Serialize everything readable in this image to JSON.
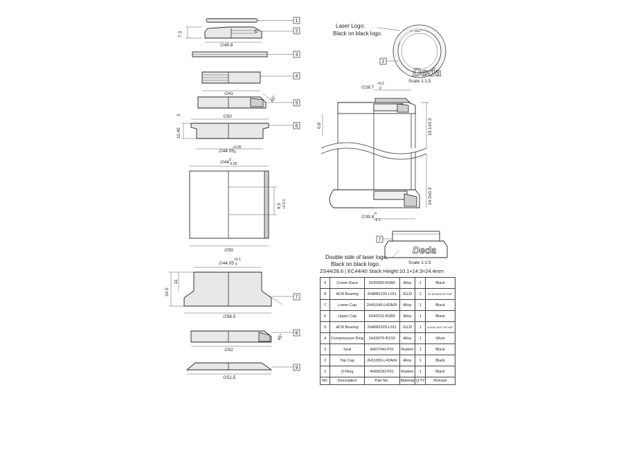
{
  "labels": {
    "laser_logo": "Laser Logo;",
    "black_logo": "Black on black logo.",
    "scale_top": "Scale 1:1.5",
    "double_side": "Double side of laser logo,",
    "black_logo2": "Black on black logo.",
    "scale_bottom": "Scale 1:1.5",
    "logo_text": "Deda",
    "ring_mark": "◦•◦◦ ᴅᴇᴅᴀ"
  },
  "callouts": [
    "1",
    "2",
    "3",
    "4",
    "5",
    "6",
    "7",
    "8",
    "9"
  ],
  "logo_callouts": {
    "top": "2",
    "bottom": "7"
  },
  "dimensions": {
    "d1": "7.3",
    "d2": "∅49.8",
    "d3": "∅41",
    "d4": "45°",
    "d5": "2",
    "d6": "∅50",
    "d7": "11.45",
    "d8": "∅44.05",
    "d8_tol_up": "+0.05",
    "d8_tol_dn": "0",
    "d9": "∅44",
    "d9_tol_up": "0",
    "d9_tol_dn": "-0.05",
    "d10": "9.5",
    "d10_tol": "+0.5  0",
    "d11": "∅50",
    "d12": "∅44.05",
    "d12_tol_up": "+0.1",
    "d12_tol_dn": "0",
    "d13": "24.5",
    "d14": "11",
    "d15": "∅58.5",
    "d16": "45°",
    "d17": "∅52",
    "d18": "∅51.5",
    "d19": "∅28.7",
    "d19_tol_up": "+0.2",
    "d19_tol_dn": "0",
    "d20": "0.8",
    "d21": "10.1±0.3",
    "d22": "14.3±0.3",
    "d23": "∅39.8",
    "d23_tol_up": "0",
    "d23_tol_dn": "-0.1"
  },
  "bom": {
    "stack": "ZS44/28.6 | EC44/40  Stack Height:10.1+14.3=24.4mm",
    "headers": [
      "N0.",
      "Description",
      "Part No.",
      "Material",
      "Q'TY",
      "Remark"
    ],
    "rows": [
      [
        "9",
        "Crown Race",
        "2H30300-B1B0",
        "Alloy",
        "1",
        "Black"
      ],
      [
        "8",
        "ACB Bearing",
        "2HMR0130-L011",
        "SUJ2",
        "1",
        "51.8X40X8 45°X45°"
      ],
      [
        "7",
        "Lower Cup",
        "2H41040-L42A05",
        "Alloy",
        "1",
        "Black"
      ],
      [
        "6",
        "Upper Cup",
        "2H40152-B1B0",
        "Alloy",
        "1",
        "Black"
      ],
      [
        "5",
        "ACB Bearing",
        "2HMR0220-L011",
        "SUJ2",
        "1",
        "41X30.15X7 45°X45°"
      ],
      [
        "4",
        "Compressure Ring",
        "2H20070-B1S0",
        "Alloy",
        "1",
        "Silver"
      ],
      [
        "3",
        "Seal",
        "4H07040-P01",
        "Rubber",
        "1",
        "Black"
      ],
      [
        "2",
        "Top Cap",
        "2H11050-L42A04",
        "Alloy",
        "1",
        "Black"
      ],
      [
        "1",
        "O-Ring",
        "4H06030-P01",
        "Rubber",
        "1",
        "Black"
      ]
    ]
  }
}
